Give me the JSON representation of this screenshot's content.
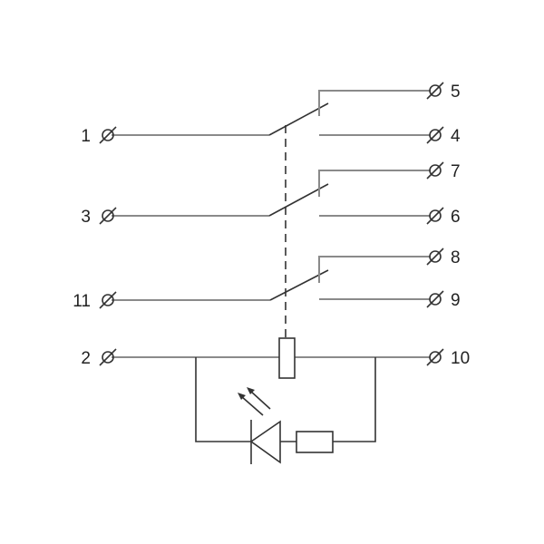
{
  "diagram": {
    "type": "relay-schematic",
    "terminals_left": [
      {
        "label": "1",
        "row": "contact-1"
      },
      {
        "label": "3",
        "row": "contact-2"
      },
      {
        "label": "11",
        "row": "contact-3"
      },
      {
        "label": "2",
        "row": "coil"
      }
    ],
    "terminals_right": [
      {
        "label": "5",
        "row": "nc-1"
      },
      {
        "label": "4",
        "row": "no-1"
      },
      {
        "label": "7",
        "row": "nc-2"
      },
      {
        "label": "6",
        "row": "no-2"
      },
      {
        "label": "8",
        "row": "nc-3"
      },
      {
        "label": "9",
        "row": "no-3"
      },
      {
        "label": "10",
        "row": "coil"
      }
    ],
    "components": [
      "changeover-contact",
      "changeover-contact",
      "changeover-contact",
      "relay-coil",
      "led",
      "resistor"
    ],
    "line_color": "#8a8a8a"
  }
}
